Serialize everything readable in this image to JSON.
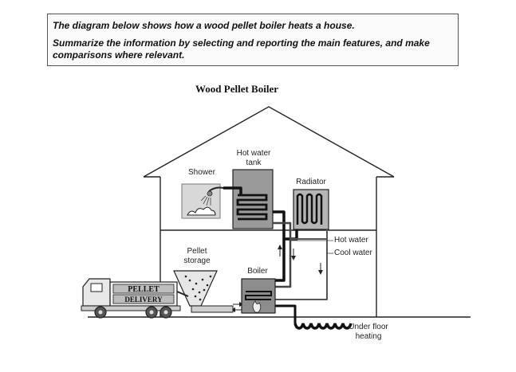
{
  "prompt": {
    "line1": "The diagram below shows how a wood pellet boiler heats a house.",
    "line2": "Summarize the information by selecting and reporting the main features, and make",
    "line3": "comparisons where relevant."
  },
  "diagram": {
    "title": "Wood Pellet Boiler",
    "labels": {
      "shower": "Shower",
      "hot_water_tank_1": "Hot water",
      "hot_water_tank_2": "tank",
      "radiator": "Radiator",
      "pellet_storage_1": "Pellet",
      "pellet_storage_2": "storage",
      "boiler": "Boiler",
      "hot_water": "Hot water",
      "cool_water": "Cool water",
      "under_floor_1": "Under floor",
      "under_floor_2": "heating"
    },
    "truck_sign_1": "PELLET",
    "truck_sign_2": "DELIVERY"
  }
}
